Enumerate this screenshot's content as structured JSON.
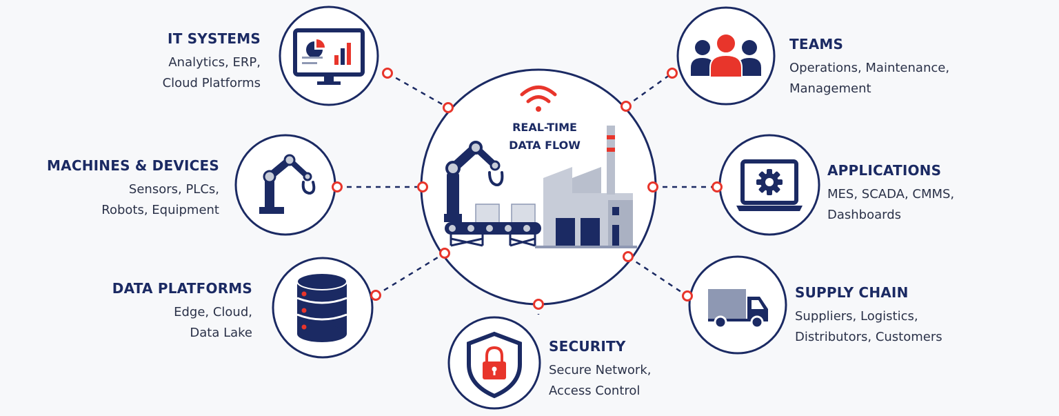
{
  "colors": {
    "navy": "#1b2a63",
    "red": "#e8352b",
    "gray": "#8e98b3",
    "lightgray": "#c7ccd8"
  },
  "center": {
    "line1": "REAL-TIME",
    "line2": "DATA FLOW",
    "icons": [
      "wifi-icon",
      "robot-arm-icon",
      "conveyor-icon",
      "factory-icon"
    ]
  },
  "nodes": {
    "it_systems": {
      "title": "IT SYSTEMS",
      "line1": "Analytics, ERP,",
      "line2": "Cloud Platforms",
      "icon": "monitor-chart-icon"
    },
    "machines": {
      "title": "MACHINES & DEVICES",
      "line1": "Sensors, PLCs,",
      "line2": "Robots, Equipment",
      "icon": "robot-arm-icon"
    },
    "data_platforms": {
      "title": "DATA PLATFORMS",
      "line1": "Edge, Cloud,",
      "line2": "Data Lake",
      "icon": "database-icon"
    },
    "security": {
      "title": "SECURITY",
      "line1": "Secure Network,",
      "line2": "Access Control",
      "icon": "shield-lock-icon"
    },
    "teams": {
      "title": "TEAMS",
      "line1": "Operations, Maintenance,",
      "line2": "Management",
      "icon": "people-icon"
    },
    "applications": {
      "title": "APPLICATIONS",
      "line1": "MES, SCADA, CMMS,",
      "line2": "Dashboards",
      "icon": "laptop-gear-icon"
    },
    "supply_chain": {
      "title": "SUPPLY CHAIN",
      "line1": "Suppliers, Logistics,",
      "line2": "Distributors, Customers",
      "icon": "truck-icon"
    }
  }
}
